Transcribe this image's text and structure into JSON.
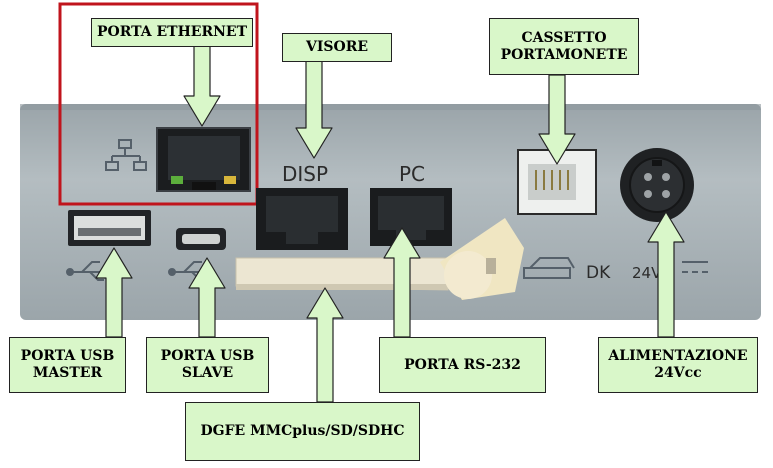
{
  "labels": {
    "ethernet": "PORTA ETHERNET",
    "visore": "VISORE",
    "cassetto": "CASSETTO\nPORTAMONETE",
    "usb_master": "PORTA USB\nMASTER",
    "usb_slave": "PORTA USB\nSLAVE",
    "rs232": "PORTA RS-232",
    "alimentazione": "ALIMENTAZIONE\n24Vcc",
    "dgfe": "DGFE MMCplus/SD/SDHC"
  },
  "device_markings": {
    "disp": "DISP",
    "pc": "PC",
    "dk": "DK",
    "power": "24V"
  },
  "colors": {
    "label_fill": "#d9f7c9",
    "highlight_box": "#c0141c",
    "device_body": "#a7b1b6"
  },
  "icons": [
    "network-icon",
    "usb-icon",
    "cash-drawer-icon",
    "dc-power-icon"
  ]
}
